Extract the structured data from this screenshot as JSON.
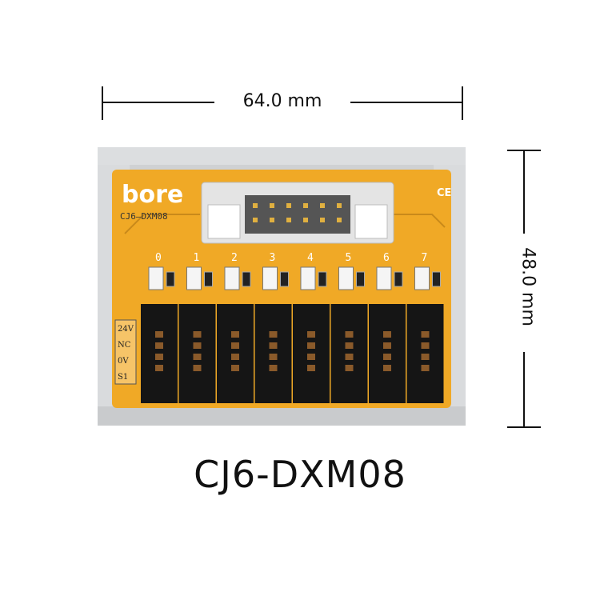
{
  "dimensions": {
    "width": "64.0 mm",
    "height": "48.0 mm"
  },
  "board": {
    "brand": "bore",
    "model_silk": "CJ6—DXM08",
    "ce_mark": "CE",
    "channels": [
      "0",
      "1",
      "2",
      "3",
      "4",
      "5",
      "6",
      "7"
    ],
    "side_labels": [
      "24V",
      "NC",
      "0V",
      "S1"
    ],
    "colors": {
      "pcb": "#f0a926",
      "rail": "#d4d6d8",
      "connector": "#151515",
      "header": "#e4e4e4"
    }
  },
  "product_title": "CJ6-DXM08"
}
